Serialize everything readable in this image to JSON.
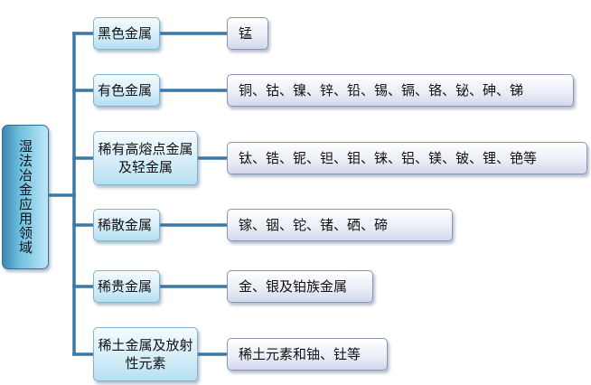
{
  "root": {
    "label": "湿法冶金应用领域"
  },
  "categories": [
    {
      "label": "黑色金属",
      "items": "锰"
    },
    {
      "label": "有色金属",
      "items": "铜、钴、镍、锌、铅、锡、镉、铬、铋、砷、锑"
    },
    {
      "label": "稀有高熔点金属及轻金属",
      "items": "钛、锆、铌、钽、钼、铼、铝、镁、铍、锂、铯等"
    },
    {
      "label": "稀散金属",
      "items": "镓、铟、铊、锗、硒、碲"
    },
    {
      "label": "稀贵金属",
      "items": "金、银及铂族金属"
    },
    {
      "label": "稀土金属及放射性元素",
      "items": "稀土元素和铀、钍等"
    }
  ],
  "colors": {
    "connector": "#3a78a8",
    "root_fill": "#6fc0e0",
    "category_fill": "#d6eef9",
    "item_fill": "#eceef8"
  }
}
